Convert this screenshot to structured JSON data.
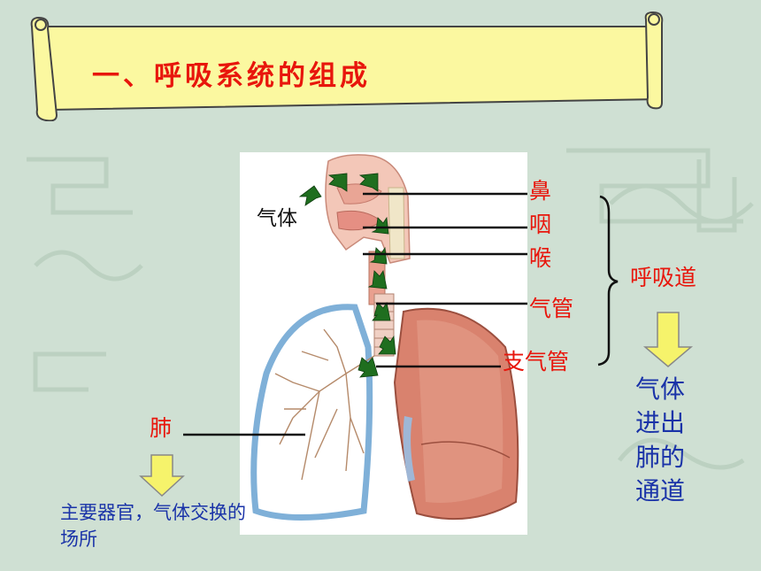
{
  "title": "一、呼吸系统的组成",
  "labels": {
    "air": "气体",
    "nose": "鼻",
    "pharynx": "咽",
    "larynx": "喉",
    "trachea": "气管",
    "bronchus": "支气管",
    "respiratory_tract": "呼吸道",
    "lung": "肺"
  },
  "notes": {
    "lung_function": "主要器官，气体交换的场所",
    "tract_function": "气体进出肺的通道"
  },
  "colors": {
    "background": "#cfe0d3",
    "scroll": "#fbf8a0",
    "title": "#e8160c",
    "label_red": "#e8160c",
    "note_blue": "#1a33a8",
    "arrow_green": "#1f6e1f",
    "down_arrow": "#f6f36b"
  }
}
